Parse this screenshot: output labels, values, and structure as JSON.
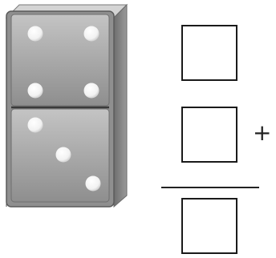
{
  "domino": {
    "top_half_pips": 4,
    "bottom_half_pips": 3,
    "tile_color": "#a8a8a8",
    "pip_color": "#ffffff"
  },
  "problem": {
    "answer_boxes": [
      {
        "name": "top",
        "value": ""
      },
      {
        "name": "middle",
        "value": ""
      },
      {
        "name": "bottom",
        "value": ""
      }
    ],
    "operator": "+"
  }
}
